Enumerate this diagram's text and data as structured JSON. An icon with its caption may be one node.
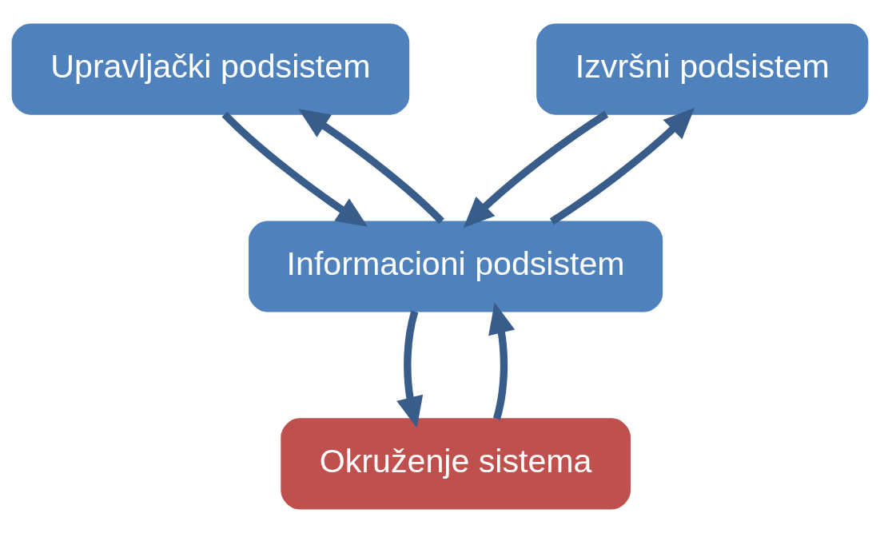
{
  "diagram": {
    "nodes": [
      {
        "text": [
          "Upravljački podsistem"
        ]
      },
      {
        "text": [
          "Izvršni podsistem"
        ]
      },
      {
        "text": [
          "Informacioni podsistem"
        ]
      },
      {
        "text": [
          "Okruženje sistema"
        ]
      }
    ],
    "edges": [
      {
        "from": 0,
        "to": 2,
        "arrow": "to"
      },
      {
        "from": 2,
        "to": 0,
        "arrow": "to"
      },
      {
        "from": 2,
        "to": 1,
        "arrow": "to"
      },
      {
        "from": 1,
        "to": 2,
        "arrow": "to"
      },
      {
        "from": 2,
        "to": 3,
        "arrow": "to"
      },
      {
        "from": 3,
        "to": 2,
        "arrow": "to"
      }
    ]
  }
}
